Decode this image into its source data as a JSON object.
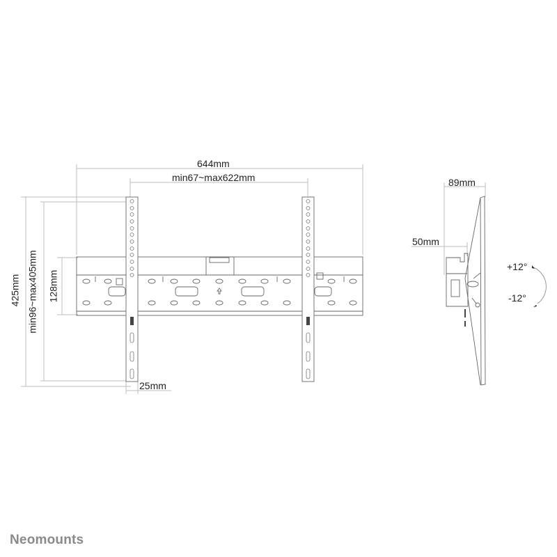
{
  "diagram": {
    "type": "technical-dimension-drawing",
    "subject": "TV wall mount (tilt)",
    "front_view": {
      "dimensions": {
        "overall_width": "644mm",
        "arm_spacing": "min67~max622mm",
        "overall_height": "425mm",
        "vertical_hole_range": "min96~max405mm",
        "plate_height": "128mm",
        "arm_width": "25mm"
      }
    },
    "side_view": {
      "dimensions": {
        "max_depth": "89mm",
        "min_depth": "50mm"
      },
      "tilt": {
        "up": "+12°",
        "down": "-12°"
      }
    }
  },
  "brand": {
    "name": "Neomounts",
    "color": "#8a8a8a"
  },
  "colors": {
    "line": "#555555",
    "dimension_line": "#bbbbbb",
    "text": "#222222",
    "background": "#ffffff"
  }
}
